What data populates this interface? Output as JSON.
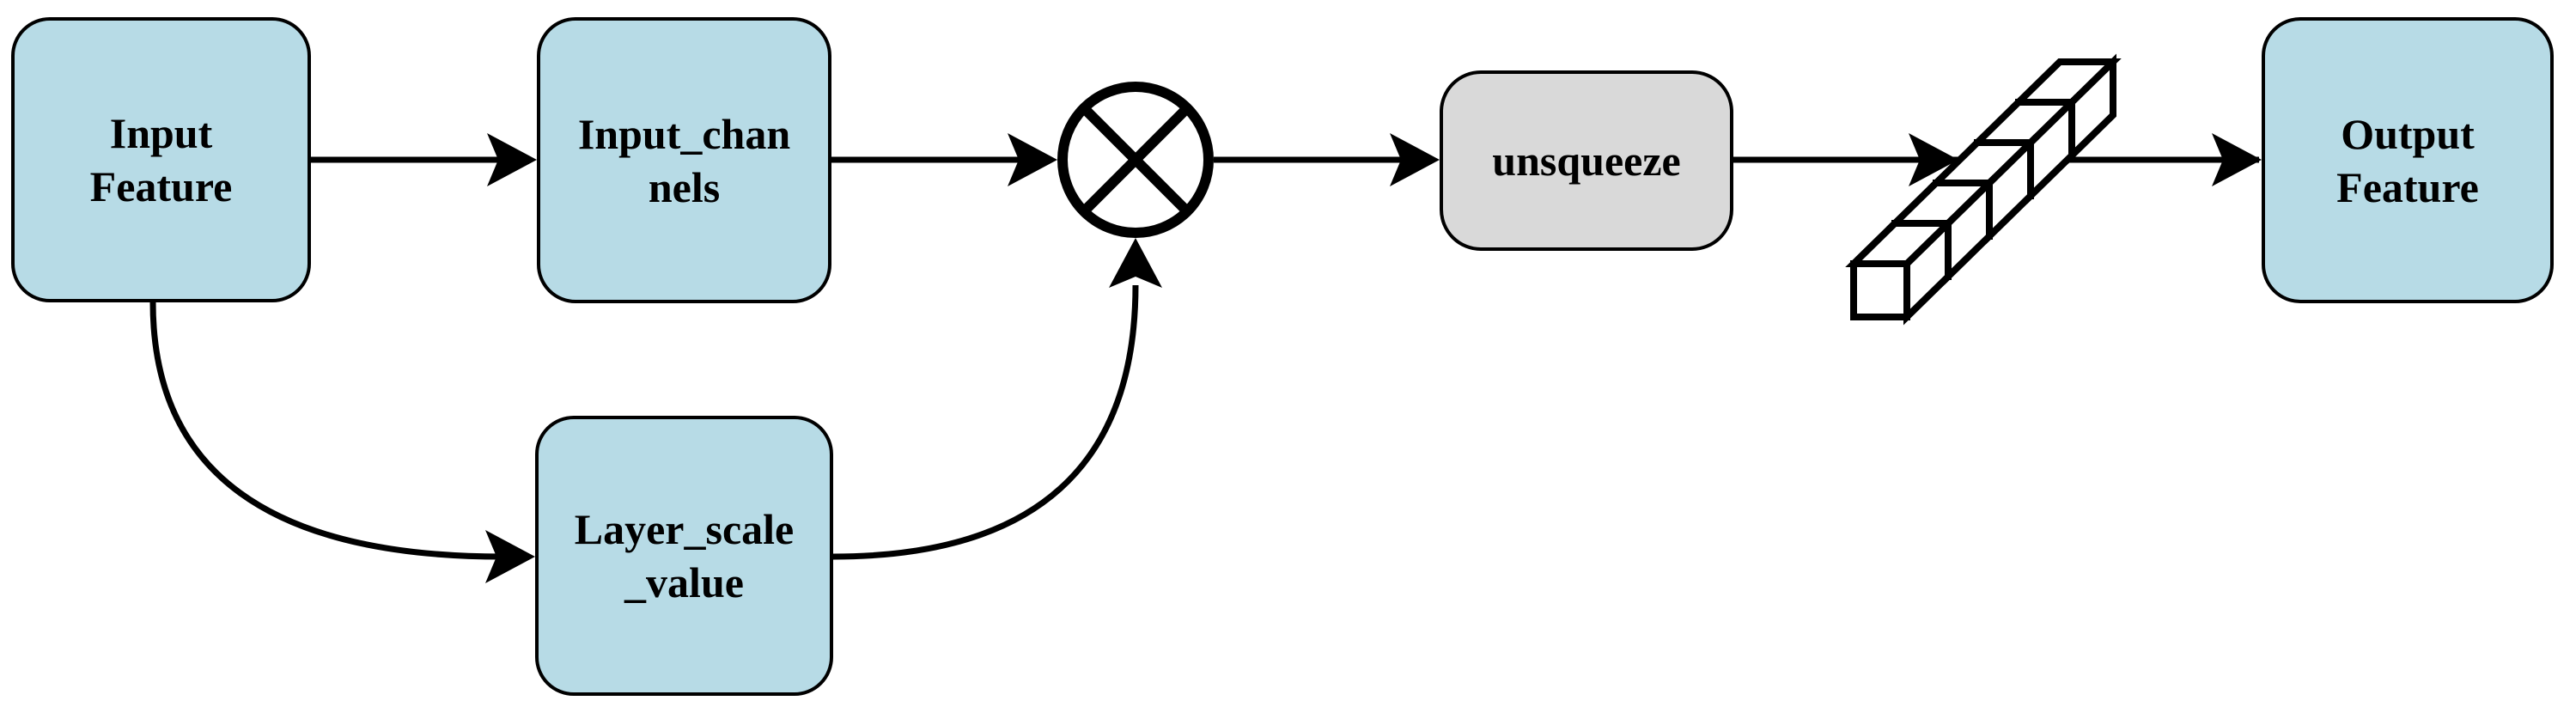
{
  "colors": {
    "background": "#ffffff",
    "ink": "#000000",
    "node_fill_blue": "#b7dbe6",
    "node_fill_gray": "#d9d9d9"
  },
  "diagram": {
    "nodes": [
      {
        "id": "input-feature",
        "lines": [
          "Input",
          "Feature"
        ],
        "fill": "blue"
      },
      {
        "id": "input-channels",
        "lines": [
          "Input_chan",
          "nels"
        ],
        "fill": "blue"
      },
      {
        "id": "layer-scale-value",
        "lines": [
          "Layer_scale",
          "_value"
        ],
        "fill": "blue"
      },
      {
        "id": "unsqueeze",
        "lines": [
          "unsqueeze"
        ],
        "fill": "gray"
      },
      {
        "id": "output-feature",
        "lines": [
          "Output",
          "Feature"
        ],
        "fill": "blue"
      }
    ],
    "operator": {
      "id": "multiply-operator",
      "glyph": "circle-cross"
    },
    "tensor": {
      "id": "tensor-cubes",
      "cube_count": 5
    },
    "edges": [
      {
        "from": "input-feature",
        "to": "input-channels",
        "style": "straight"
      },
      {
        "from": "input-feature",
        "to": "layer-scale-value",
        "style": "curved"
      },
      {
        "from": "input-channels",
        "to": "multiply-operator",
        "style": "straight"
      },
      {
        "from": "layer-scale-value",
        "to": "multiply-operator",
        "style": "curved"
      },
      {
        "from": "multiply-operator",
        "to": "unsqueeze",
        "style": "straight"
      },
      {
        "from": "unsqueeze",
        "to": "tensor-cubes",
        "style": "straight"
      },
      {
        "from": "tensor-cubes",
        "to": "output-feature",
        "style": "straight"
      }
    ]
  }
}
